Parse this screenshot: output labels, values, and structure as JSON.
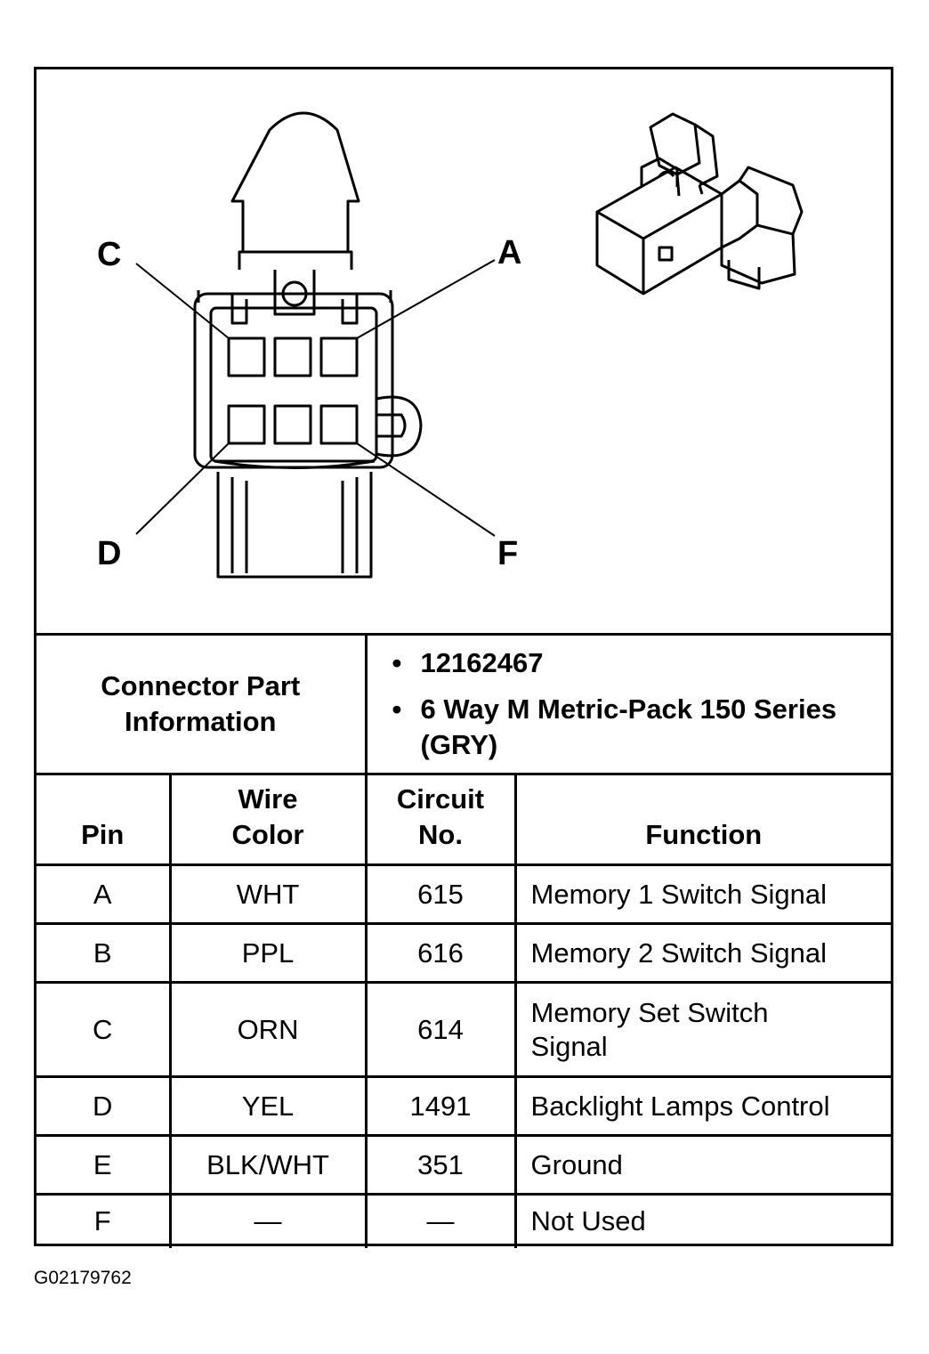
{
  "diagram": {
    "pin_labels": {
      "A": "A",
      "C": "C",
      "D": "D",
      "F": "F"
    }
  },
  "connector_info": {
    "label": "Connector Part Information",
    "items": [
      "12162467",
      "6 Way M Metric-Pack 150 Series (GRY)"
    ],
    "bullet": "•"
  },
  "table": {
    "headers": {
      "pin": "Pin",
      "wire_color": "Wire Color",
      "circuit_no": "Circuit No.",
      "function": "Function"
    },
    "rows": [
      {
        "pin": "A",
        "wire_color": "WHT",
        "circuit_no": "615",
        "function": "Memory 1 Switch Signal"
      },
      {
        "pin": "B",
        "wire_color": "PPL",
        "circuit_no": "616",
        "function": "Memory 2 Switch Signal"
      },
      {
        "pin": "C",
        "wire_color": "ORN",
        "circuit_no": "614",
        "function": "Memory Set Switch Signal"
      },
      {
        "pin": "D",
        "wire_color": "YEL",
        "circuit_no": "1491",
        "function": "Backlight Lamps Control"
      },
      {
        "pin": "E",
        "wire_color": "BLK/WHT",
        "circuit_no": "351",
        "function": "Ground"
      },
      {
        "pin": "F",
        "wire_color": "—",
        "circuit_no": "—",
        "function": "Not Used"
      }
    ]
  },
  "figure_id": "G02179762"
}
